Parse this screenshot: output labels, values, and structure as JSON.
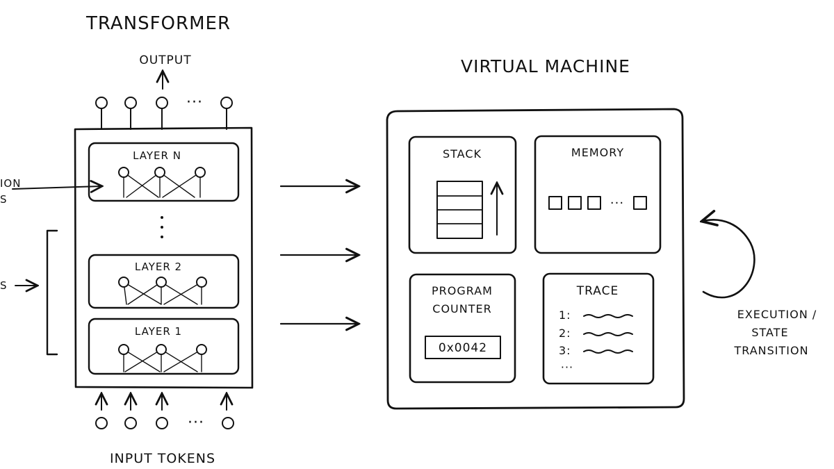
{
  "transformer": {
    "title": "TRANSFORMER",
    "output_label": "OUTPUT",
    "output_ellipsis": "···",
    "layer_top": "LAYER N",
    "layer_mid": "LAYER 2",
    "layer_bottom": "LAYER 1",
    "input_label": "INPUT TOKENS",
    "input_ellipsis": "···",
    "left_label_1_line1": "ION",
    "left_label_1_line2": "S",
    "left_label_2": "S"
  },
  "vm": {
    "title": "VIRTUAL MACHINE",
    "stack_label": "STACK",
    "memory_label": "MEMORY",
    "memory_ellipsis": "···",
    "pc_label_line1": "PROGRAM",
    "pc_label_line2": "COUNTER",
    "pc_value": "0x0042",
    "trace_label": "TRACE",
    "trace_items": [
      "1:",
      "2:",
      "3:"
    ],
    "trace_more": "···"
  },
  "loop": {
    "line1": "EXECUTION /",
    "line2": "STATE",
    "line3": "TRANSITION"
  },
  "colors": {
    "ink": "#111111",
    "background": "#ffffff"
  }
}
